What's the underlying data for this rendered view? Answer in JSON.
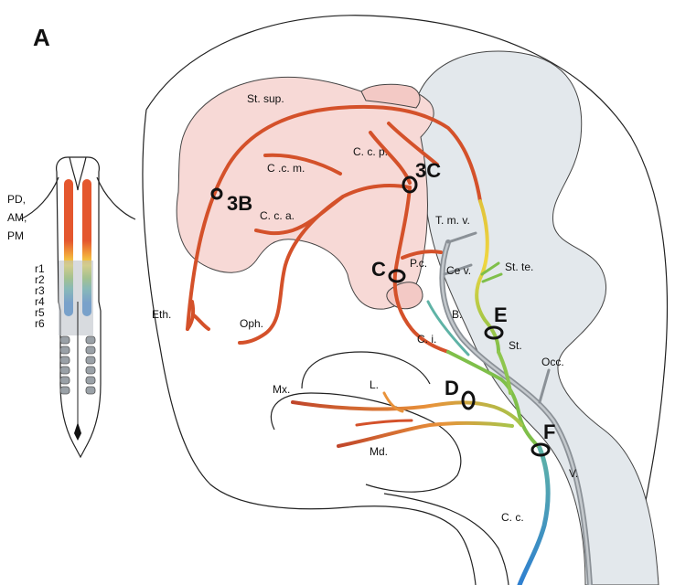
{
  "panel_letter": "A",
  "colors": {
    "forebrain_fill": "#f7d9d6",
    "hindbrain_fill": "#e3e8ec",
    "red_vessel": "#d4512a",
    "orange_vessel": "#e8923a",
    "yellow_vessel": "#f0d640",
    "green_vessel": "#7fbf4a",
    "teal_vessel": "#5fb3a6",
    "blue_vessel": "#2e7fd0",
    "vein_grey": "#8b9197"
  },
  "labels": {
    "st_sup": "St. sup.",
    "c_c_m": "C .c. m.",
    "c_c_p": "C. c. p.",
    "c_c_a": "C. c. a.",
    "t_m_v": "T. m. v.",
    "p_c": "P.c.",
    "ce_v": "Ce v.",
    "st_te": "St. te.",
    "eth": "Eth.",
    "oph": "Oph.",
    "b": "B.",
    "c_i": "C. i.",
    "st": "St.",
    "occ": "Occ.",
    "mx": "Mx.",
    "l": "L.",
    "md": "Md.",
    "v": "V.",
    "c_c": "C. c."
  },
  "markers": {
    "m3b": "3B",
    "m3c": "3C",
    "mc": "C",
    "md": "D",
    "me": "E",
    "mf": "F"
  },
  "neural_tube": {
    "forebrain_labels": [
      "PD,",
      "AM,",
      "PM"
    ],
    "rhombomeres": [
      "r1",
      "r2",
      "r3",
      "r4",
      "r5",
      "r6"
    ]
  }
}
